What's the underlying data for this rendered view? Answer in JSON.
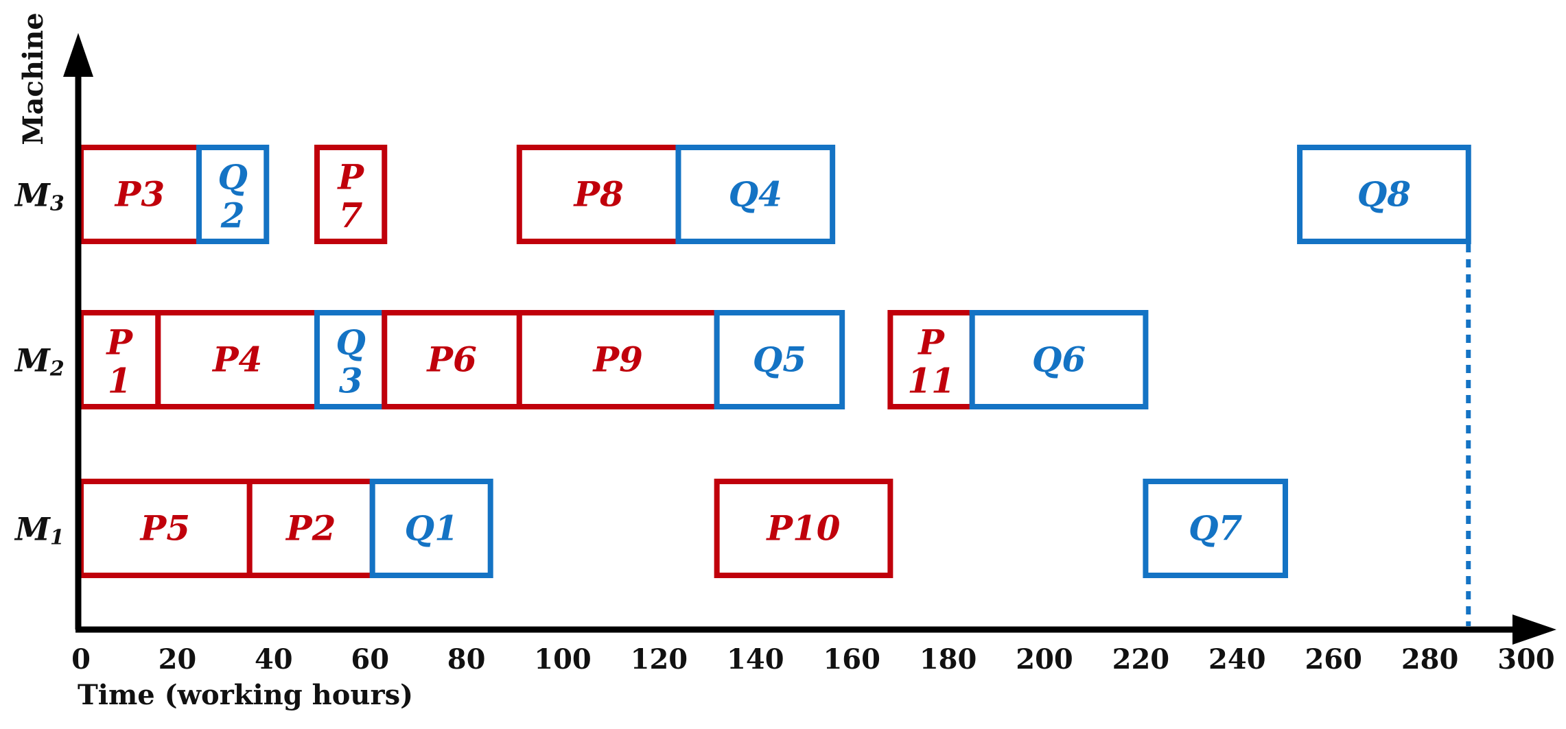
{
  "chart_data": {
    "type": "gantt",
    "xlabel": "Time (working hours)",
    "ylabel": "Machine",
    "xlim": [
      0,
      300
    ],
    "x_ticks": [
      0,
      20,
      40,
      60,
      80,
      100,
      120,
      140,
      160,
      180,
      200,
      220,
      240,
      260,
      280,
      300
    ],
    "machines": [
      {
        "id": "M1",
        "main": "M",
        "sub": "1"
      },
      {
        "id": "M2",
        "main": "M",
        "sub": "2"
      },
      {
        "id": "M3",
        "main": "M",
        "sub": "3"
      }
    ],
    "colors": {
      "P": "#c0000b",
      "Q": "#1473c4"
    },
    "tasks": [
      {
        "machine": "M3",
        "label": "P3",
        "kind": "P",
        "start": 0,
        "end": 24.5
      },
      {
        "machine": "M3",
        "label": "Q2",
        "kind": "Q",
        "start": 24.5,
        "end": 38.5
      },
      {
        "machine": "M3",
        "label": "P7",
        "kind": "P",
        "start": 49,
        "end": 63
      },
      {
        "machine": "M3",
        "label": "P8",
        "kind": "P",
        "start": 91,
        "end": 124
      },
      {
        "machine": "M3",
        "label": "Q4",
        "kind": "Q",
        "start": 124,
        "end": 156
      },
      {
        "machine": "M3",
        "label": "Q8",
        "kind": "Q",
        "start": 253,
        "end": 288
      },
      {
        "machine": "M2",
        "label": "P1",
        "kind": "P",
        "start": 0,
        "end": 16
      },
      {
        "machine": "M2",
        "label": "P4",
        "kind": "P",
        "start": 16,
        "end": 49
      },
      {
        "machine": "M2",
        "label": "Q3",
        "kind": "Q",
        "start": 49,
        "end": 63
      },
      {
        "machine": "M2",
        "label": "P6",
        "kind": "P",
        "start": 63,
        "end": 91
      },
      {
        "machine": "M2",
        "label": "P9",
        "kind": "P",
        "start": 91,
        "end": 132
      },
      {
        "machine": "M2",
        "label": "Q5",
        "kind": "Q",
        "start": 132,
        "end": 158
      },
      {
        "machine": "M2",
        "label": "P11",
        "kind": "P",
        "start": 168,
        "end": 185
      },
      {
        "machine": "M2",
        "label": "Q6",
        "kind": "Q",
        "start": 185,
        "end": 221
      },
      {
        "machine": "M1",
        "label": "P5",
        "kind": "P",
        "start": 0,
        "end": 35
      },
      {
        "machine": "M1",
        "label": "P2",
        "kind": "P",
        "start": 35,
        "end": 60.5
      },
      {
        "machine": "M1",
        "label": "Q1",
        "kind": "Q",
        "start": 60.5,
        "end": 85
      },
      {
        "machine": "M1",
        "label": "P10",
        "kind": "P",
        "start": 132,
        "end": 168
      },
      {
        "machine": "M1",
        "label": "Q7",
        "kind": "Q",
        "start": 221,
        "end": 250
      }
    ],
    "makespan": 288
  }
}
